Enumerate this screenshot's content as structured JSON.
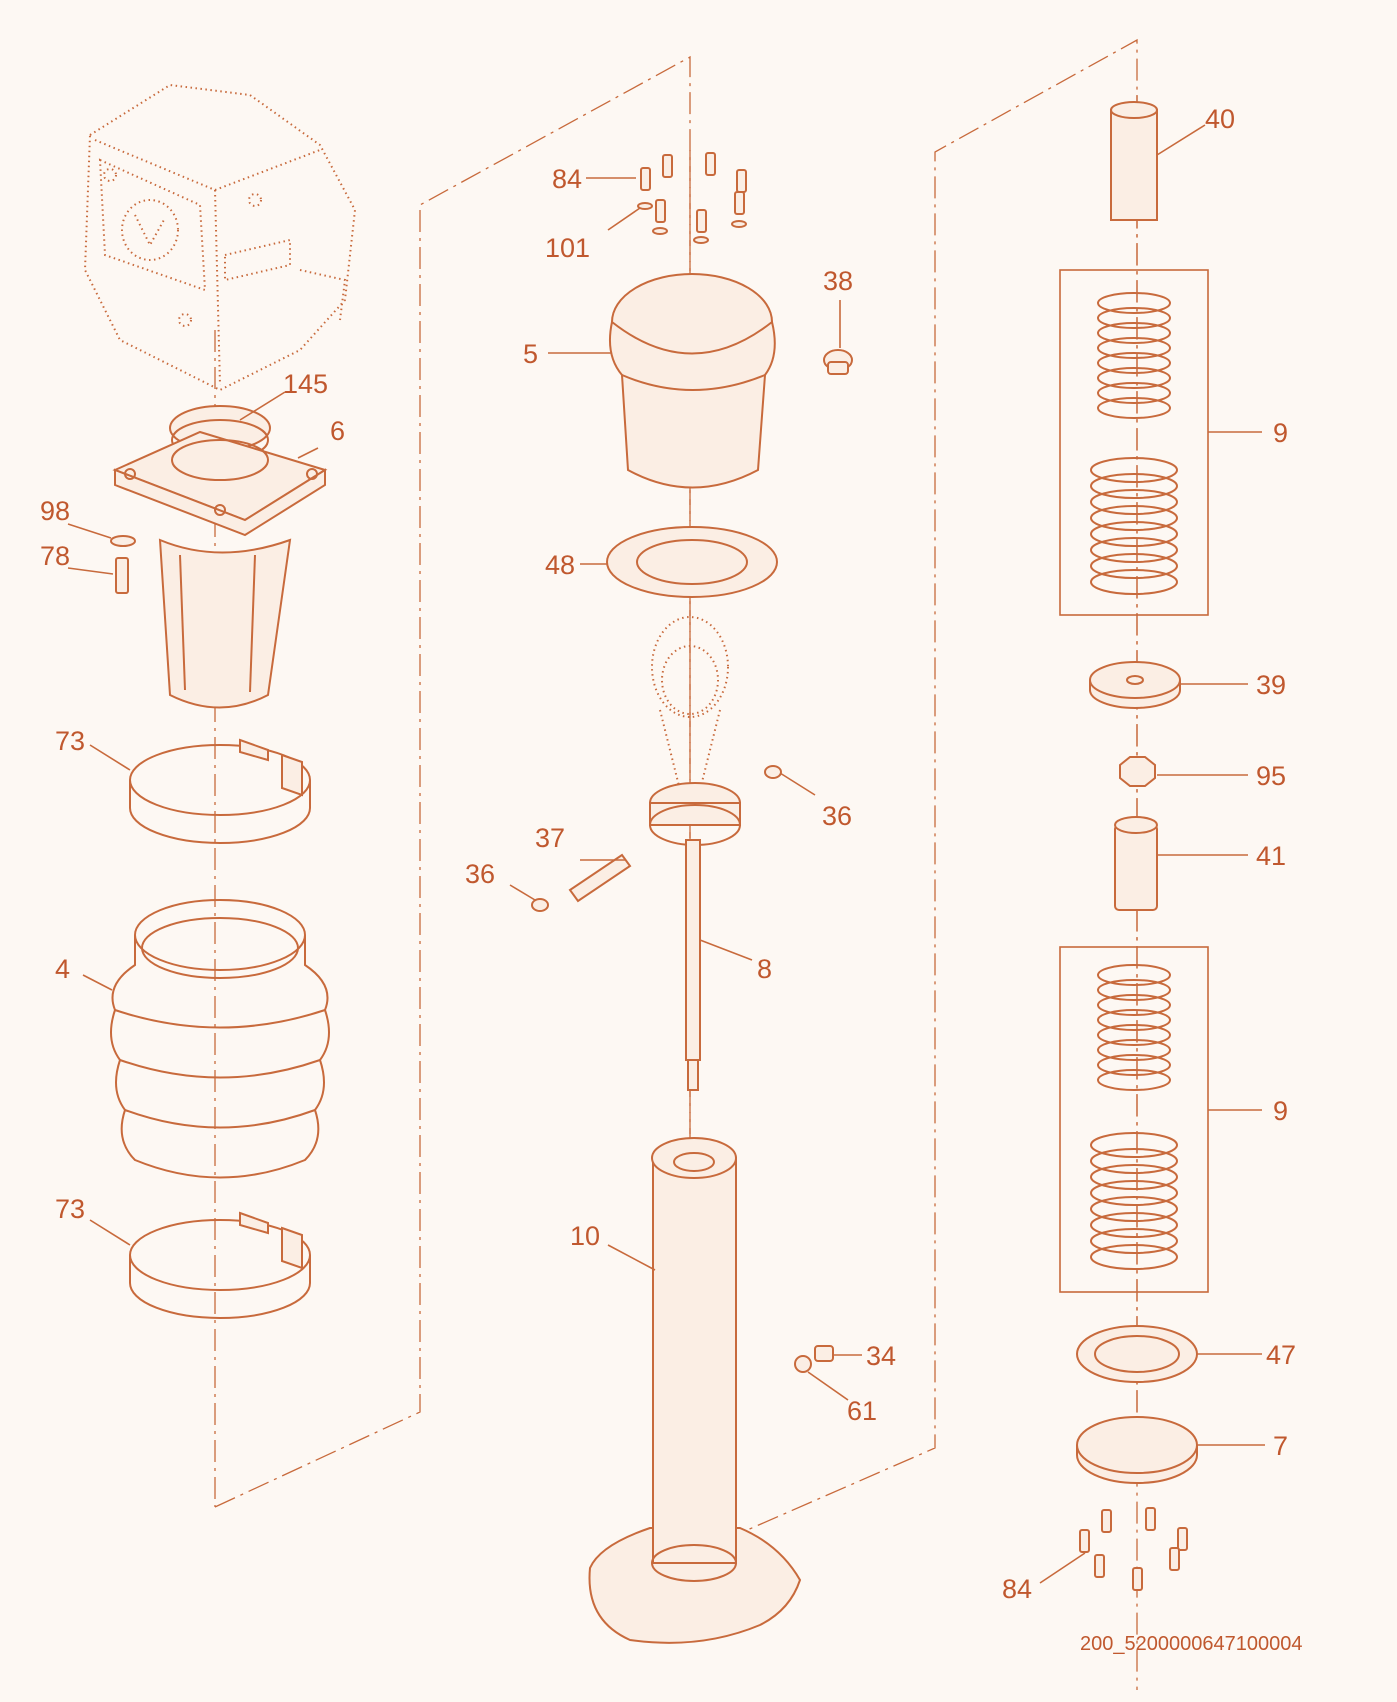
{
  "colors": {
    "line": "#c86a3c",
    "text": "#c0582e",
    "background": "#fdf8f3"
  },
  "callouts": [
    {
      "id": "c-40",
      "label": "40"
    },
    {
      "id": "c-84-top",
      "label": "84"
    },
    {
      "id": "c-101",
      "label": "101"
    },
    {
      "id": "c-38",
      "label": "38"
    },
    {
      "id": "c-145",
      "label": "145"
    },
    {
      "id": "c-6",
      "label": "6"
    },
    {
      "id": "c-5",
      "label": "5"
    },
    {
      "id": "c-9-top",
      "label": "9"
    },
    {
      "id": "c-98",
      "label": "98"
    },
    {
      "id": "c-78",
      "label": "78"
    },
    {
      "id": "c-48",
      "label": "48"
    },
    {
      "id": "c-39",
      "label": "39"
    },
    {
      "id": "c-73-top",
      "label": "73"
    },
    {
      "id": "c-95",
      "label": "95"
    },
    {
      "id": "c-36-right",
      "label": "36"
    },
    {
      "id": "c-37",
      "label": "37"
    },
    {
      "id": "c-41",
      "label": "41"
    },
    {
      "id": "c-36-left",
      "label": "36"
    },
    {
      "id": "c-4",
      "label": "4"
    },
    {
      "id": "c-8",
      "label": "8"
    },
    {
      "id": "c-9-bottom",
      "label": "9"
    },
    {
      "id": "c-73-bottom",
      "label": "73"
    },
    {
      "id": "c-10",
      "label": "10"
    },
    {
      "id": "c-34",
      "label": "34"
    },
    {
      "id": "c-47",
      "label": "47"
    },
    {
      "id": "c-61",
      "label": "61"
    },
    {
      "id": "c-7",
      "label": "7"
    },
    {
      "id": "c-84-bottom",
      "label": "84"
    }
  ],
  "document_id": "200_5200000647100004"
}
